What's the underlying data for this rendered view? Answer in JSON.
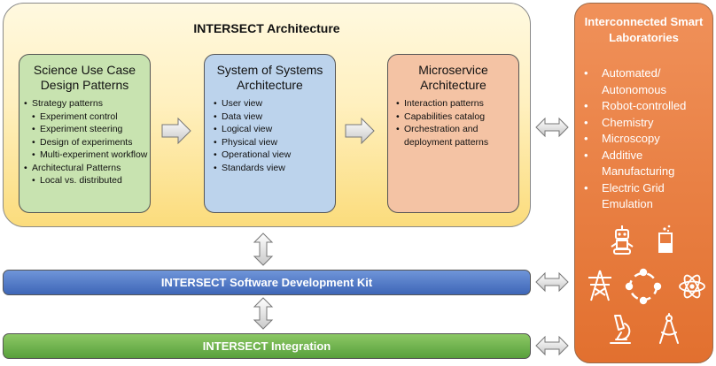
{
  "architecture": {
    "title": "INTERSECT Architecture",
    "science": {
      "title": "Science Use Case Design Patterns",
      "items": [
        {
          "text": "Strategy patterns",
          "level": 0
        },
        {
          "text": "Experiment control",
          "level": 1
        },
        {
          "text": "Experiment steering",
          "level": 1
        },
        {
          "text": "Design of experiments",
          "level": 1
        },
        {
          "text": "Multi-experiment workflow",
          "level": 1
        },
        {
          "text": "Architectural Patterns",
          "level": 0
        },
        {
          "text": "Local vs. distributed",
          "level": 1
        }
      ]
    },
    "sos": {
      "title": "System of Systems Architecture",
      "items": [
        "User view",
        "Data view",
        "Logical view",
        "Physical view",
        "Operational view",
        "Standards view"
      ]
    },
    "micro": {
      "title": "Microservice Architecture",
      "items": [
        "Interaction patterns",
        "Capabilities catalog",
        "Orchestration and deployment patterns"
      ]
    }
  },
  "sdk_label": "INTERSECT Software Development Kit",
  "integration_label": "INTERSECT Integration",
  "labs": {
    "title": "Interconnected Smart Laboratories",
    "items": [
      "Automated/ Autonomous",
      "Robot-controlled",
      "Chemistry",
      "Microscopy",
      "Additive Manufacturing",
      "Electric Grid Emulation"
    ],
    "icons": [
      "robot-icon",
      "beaker-icon",
      "power-tower-icon",
      "network-cycle-icon",
      "atom-icon",
      "microscope-icon",
      "drafting-compass-icon"
    ]
  },
  "colors": {
    "architecture_fill": "#fff0bf",
    "science_box": "#c8e3b0",
    "sos_box": "#bcd3ec",
    "micro_box": "#f4c3a4",
    "sdk_bar": "#4a72c4",
    "integration_bar": "#6cb34a",
    "labs_panel": "#e87a3c"
  }
}
